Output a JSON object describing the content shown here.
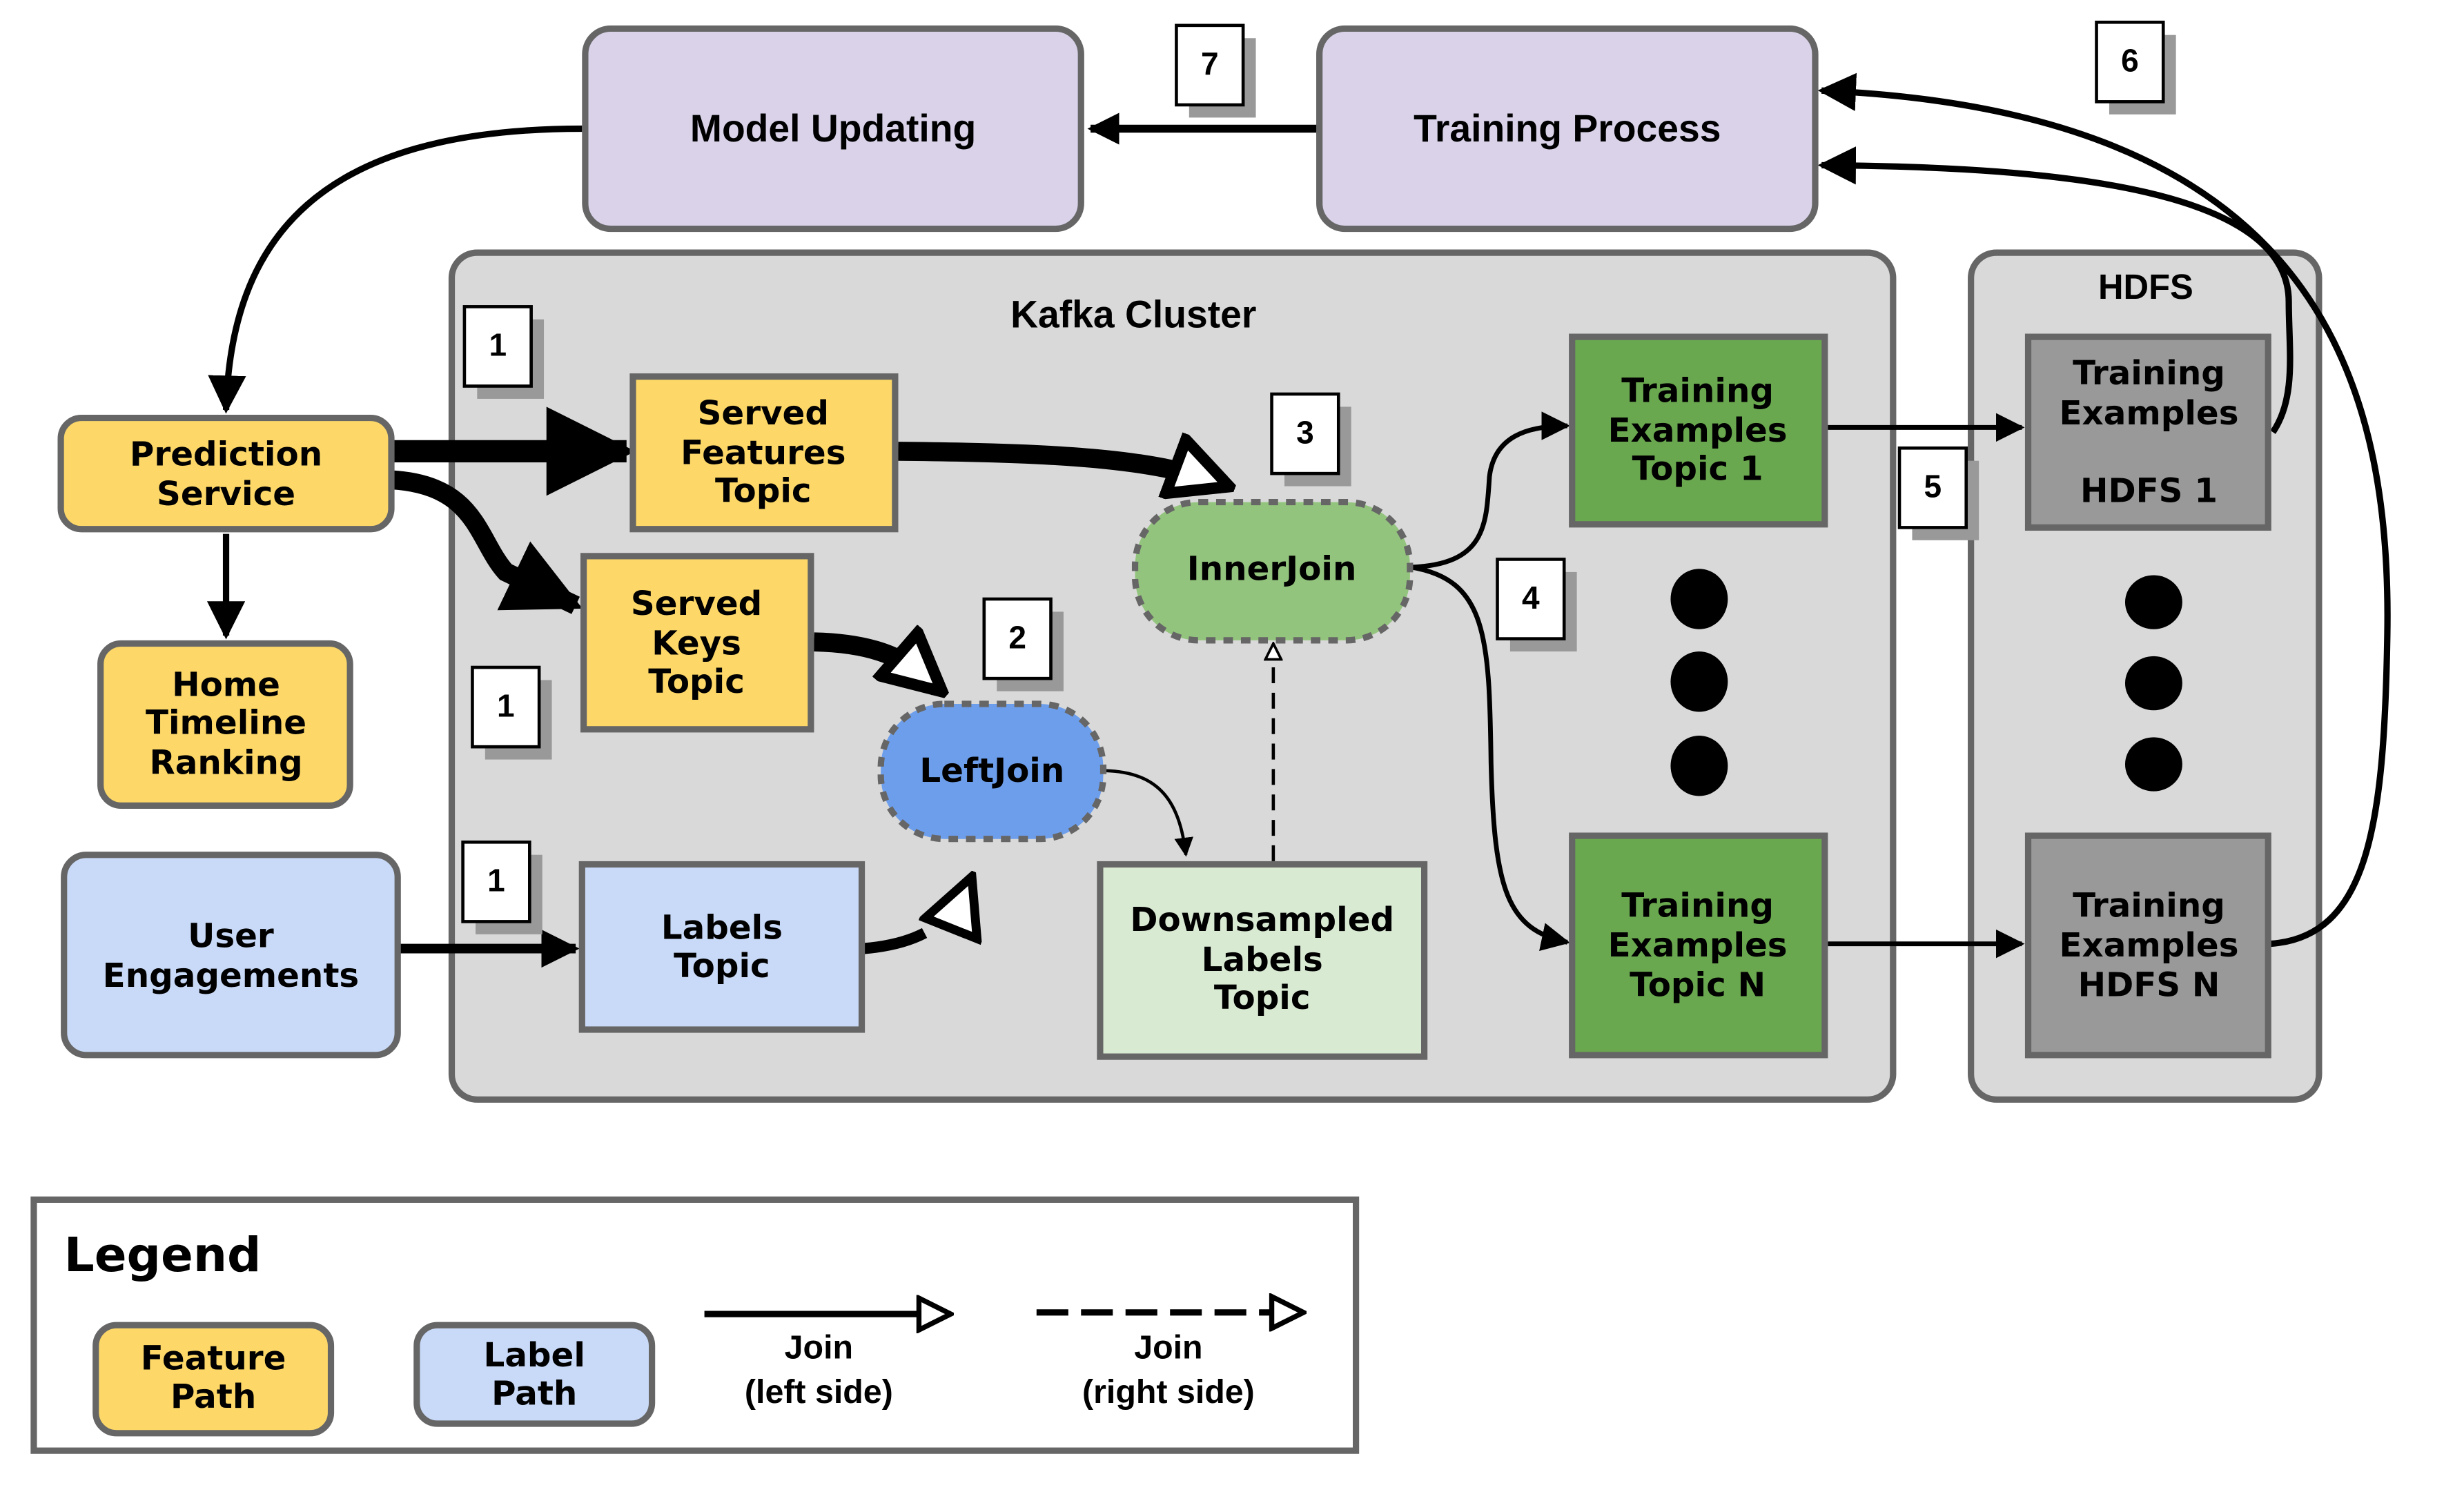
{
  "diagram": {
    "title": "Kafka-based training data pipeline",
    "colors": {
      "feature_path": "#fdd868",
      "label_path": "#c9daf8",
      "process": "#d9d2e9",
      "container": "#d9d9d9",
      "left_join": "#6d9eeb",
      "inner_join": "#93c47d",
      "downsampled": "#d9ead3",
      "training_topic": "#6aa84f",
      "hdfs_file": "#999999",
      "border": "#666666"
    },
    "containers": {
      "kafka": {
        "label": "Kafka Cluster"
      },
      "hdfs": {
        "label": "HDFS"
      }
    },
    "nodes": {
      "model_updating": {
        "lines": [
          "Model Updating"
        ]
      },
      "training_process": {
        "lines": [
          "Training Process"
        ]
      },
      "prediction_service": {
        "lines": [
          "Prediction",
          "Service"
        ]
      },
      "home_timeline": {
        "lines": [
          "Home",
          "Timeline",
          "Ranking"
        ]
      },
      "user_engagements": {
        "lines": [
          "User",
          "Engagements"
        ]
      },
      "served_features": {
        "lines": [
          "Served",
          "Features",
          "Topic"
        ]
      },
      "served_keys": {
        "lines": [
          "Served",
          "Keys",
          "Topic"
        ]
      },
      "labels_topic": {
        "lines": [
          "Labels",
          "Topic"
        ]
      },
      "left_join": {
        "lines": [
          "LeftJoin"
        ]
      },
      "inner_join": {
        "lines": [
          "InnerJoin"
        ]
      },
      "downsampled": {
        "lines": [
          "Downsampled",
          "Labels",
          "Topic"
        ]
      },
      "training_topic_1": {
        "lines": [
          "Training",
          "Examples",
          "Topic 1"
        ]
      },
      "training_topic_n": {
        "lines": [
          "Training",
          "Examples",
          "Topic N"
        ]
      },
      "hdfs_1": {
        "lines": [
          "Training",
          "Examples",
          "",
          "HDFS 1"
        ]
      },
      "hdfs_n": {
        "lines": [
          "Training",
          "Examples",
          "HDFS N"
        ]
      }
    },
    "step_badges": [
      "1",
      "1",
      "1",
      "2",
      "3",
      "4",
      "5",
      "6",
      "7"
    ]
  },
  "legend": {
    "title": "Legend",
    "feature_path": [
      "Feature",
      "Path"
    ],
    "label_path": [
      "Label",
      "Path"
    ],
    "join_left": [
      "Join",
      "(left side)"
    ],
    "join_right": [
      "Join",
      "(right side)"
    ]
  }
}
